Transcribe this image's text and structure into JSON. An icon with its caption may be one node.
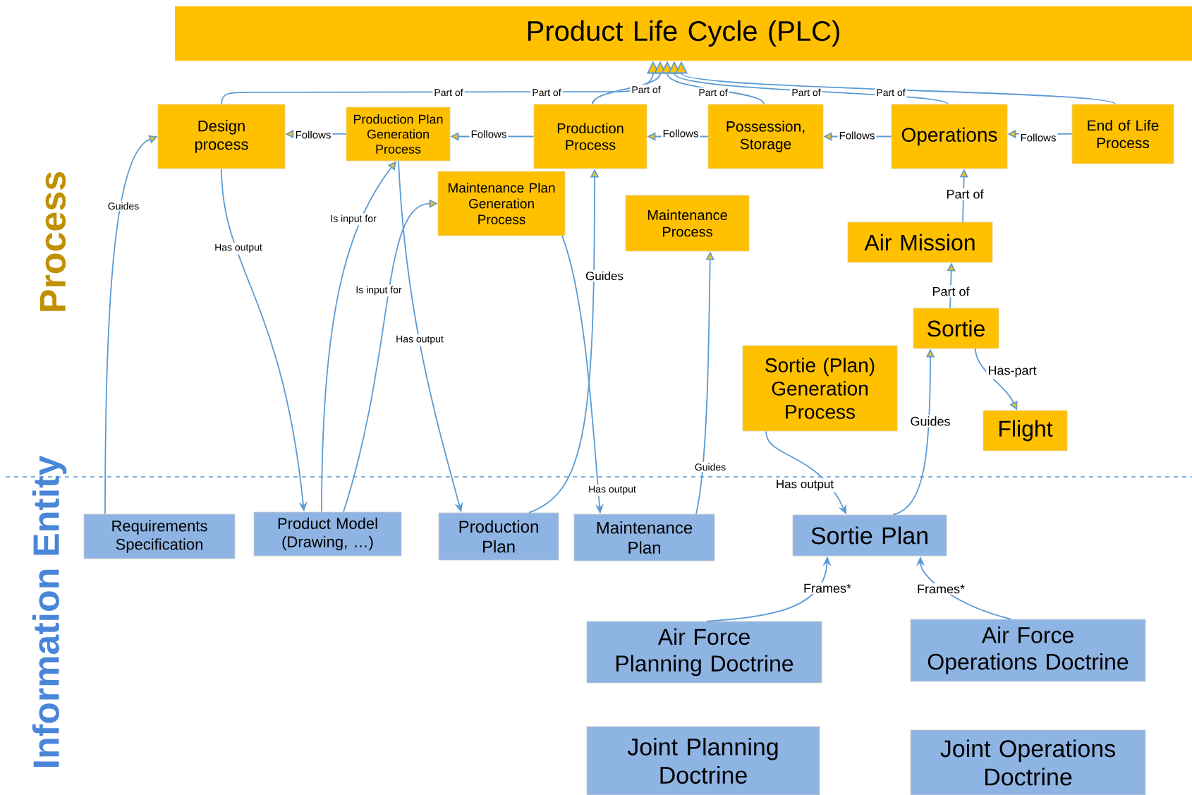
{
  "diagram": {
    "nodes": [
      {
        "text": [
          "Product Life Cycle (PLC)"
        ]
      },
      {
        "text": [
          "Design process"
        ]
      },
      {
        "text": [
          "Production Plan Generation Process"
        ]
      },
      {
        "text": [
          "Production Process"
        ]
      },
      {
        "text": [
          "Possession, Storage"
        ]
      },
      {
        "text": [
          "Operations"
        ]
      },
      {
        "text": [
          "End of Life Process"
        ]
      },
      {
        "text": [
          "Maintenance Plan Generation Process"
        ]
      },
      {
        "text": [
          "Maintenance Process"
        ]
      },
      {
        "text": [
          "Air Mission"
        ]
      },
      {
        "text": [
          "Sortie"
        ]
      },
      {
        "text": [
          "Sortie (Plan) Generation Process"
        ]
      },
      {
        "text": [
          "Flight"
        ]
      },
      {
        "text": [
          "Requirements Specification"
        ]
      },
      {
        "text": [
          "Product Model (Drawing, …)"
        ]
      },
      {
        "text": [
          "Production Plan"
        ]
      },
      {
        "text": [
          "Maintenance Plan"
        ]
      },
      {
        "text": [
          "Sortie Plan"
        ]
      },
      {
        "text": [
          "Air Force Planning Doctrine"
        ]
      },
      {
        "text": [
          "Air Force Operations Doctrine"
        ]
      },
      {
        "text": [
          "Joint Planning Doctrine"
        ]
      },
      {
        "text": [
          "Joint Operations Doctrine"
        ]
      }
    ],
    "edges": [
      {
        "from": 1,
        "to": 0,
        "arrow": "to",
        "label": "Part of"
      },
      {
        "from": 3,
        "to": 0,
        "arrow": "to",
        "label": "Part of"
      },
      {
        "from": 4,
        "to": 0,
        "arrow": "to",
        "label": "Part of"
      },
      {
        "from": 5,
        "to": 0,
        "arrow": "to",
        "label": "Part of"
      },
      {
        "from": 6,
        "to": 0,
        "arrow": "to",
        "label": "Part of"
      },
      {
        "from": 2,
        "to": 1,
        "arrow": "to",
        "label": "Follows"
      },
      {
        "from": 3,
        "to": 2,
        "arrow": "to",
        "label": "Follows"
      },
      {
        "from": 4,
        "to": 3,
        "arrow": "to",
        "label": "Follows"
      },
      {
        "from": 5,
        "to": 4,
        "arrow": "to",
        "label": "Follows"
      },
      {
        "from": 6,
        "to": 5,
        "arrow": "to",
        "label": "Follows"
      },
      {
        "from": 9,
        "to": 5,
        "arrow": "to",
        "label": "Part of"
      },
      {
        "from": 10,
        "to": 9,
        "arrow": "to",
        "label": "Part of"
      },
      {
        "from": 10,
        "to": 12,
        "arrow": "to",
        "label": "Has-part"
      },
      {
        "from": 13,
        "to": 1,
        "arrow": "to",
        "label": "Guides"
      },
      {
        "from": 1,
        "to": 14,
        "arrow": "to",
        "label": "Has output"
      },
      {
        "from": 14,
        "to": 2,
        "arrow": "to",
        "label": "Is input for"
      },
      {
        "from": 14,
        "to": 7,
        "arrow": "to",
        "label": "Is input for"
      },
      {
        "from": 2,
        "to": 15,
        "arrow": "to",
        "label": "Has output"
      },
      {
        "from": 15,
        "to": 3,
        "arrow": "to",
        "label": "Guides"
      },
      {
        "from": 7,
        "to": 16,
        "arrow": "to",
        "label": "Has output"
      },
      {
        "from": 16,
        "to": 8,
        "arrow": "to",
        "label": "Guides"
      },
      {
        "from": 11,
        "to": 17,
        "arrow": "to",
        "label": "Has output"
      },
      {
        "from": 17,
        "to": 10,
        "arrow": "to",
        "label": "Guides"
      },
      {
        "from": 18,
        "to": 17,
        "arrow": "to",
        "label": "Frames*"
      },
      {
        "from": 19,
        "to": 17,
        "arrow": "to",
        "label": "Frames*"
      }
    ],
    "labels": [
      "Part of",
      "Process",
      "Information Entity"
    ]
  }
}
